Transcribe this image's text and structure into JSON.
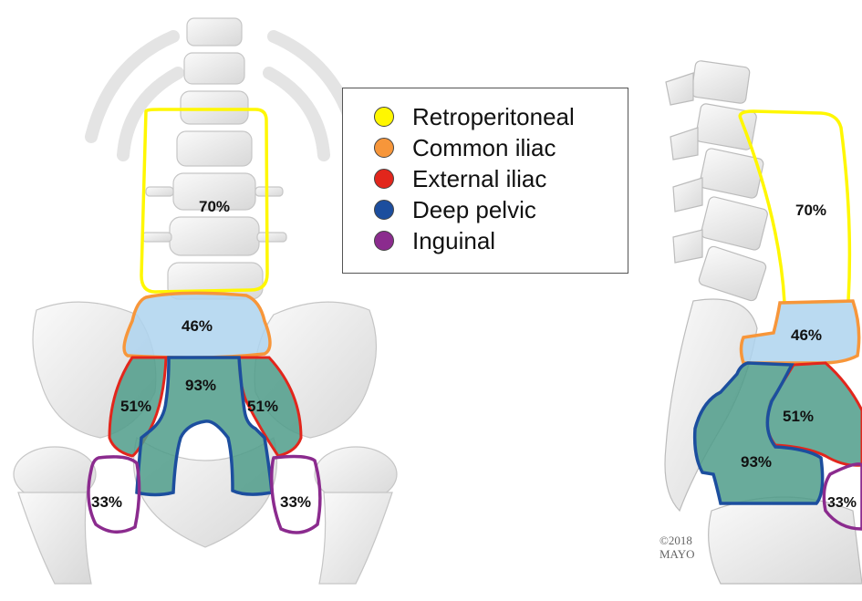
{
  "title_partial": "",
  "legend": {
    "items": [
      {
        "key": "retroperitoneal",
        "label": "Retroperitoneal",
        "color": "#fff700"
      },
      {
        "key": "common_iliac",
        "label": "Common iliac",
        "color": "#f7963a"
      },
      {
        "key": "external_iliac",
        "label": "External iliac",
        "color": "#e2261c"
      },
      {
        "key": "deep_pelvic",
        "label": "Deep pelvic",
        "color": "#1c4e9e"
      },
      {
        "key": "inguinal",
        "label": "Inguinal",
        "color": "#8b2b8e"
      }
    ]
  },
  "frontal_view": {
    "retroperitoneal": "70%",
    "common_iliac": "46%",
    "deep_pelvic": "93%",
    "external_iliac_left": "51%",
    "external_iliac_right": "51%",
    "inguinal_left": "33%",
    "inguinal_right": "33%"
  },
  "lateral_view": {
    "retroperitoneal": "70%",
    "common_iliac": "46%",
    "external_iliac": "51%",
    "deep_pelvic": "93%",
    "inguinal": "33%"
  },
  "copyright": {
    "line1": "©2018",
    "line2": "MAYO"
  },
  "colors": {
    "bone": "#ededed",
    "bone_shadow": "#c9c9c9",
    "blue_fill": "#aed3ee",
    "green_fill": "#4f9c8a"
  }
}
